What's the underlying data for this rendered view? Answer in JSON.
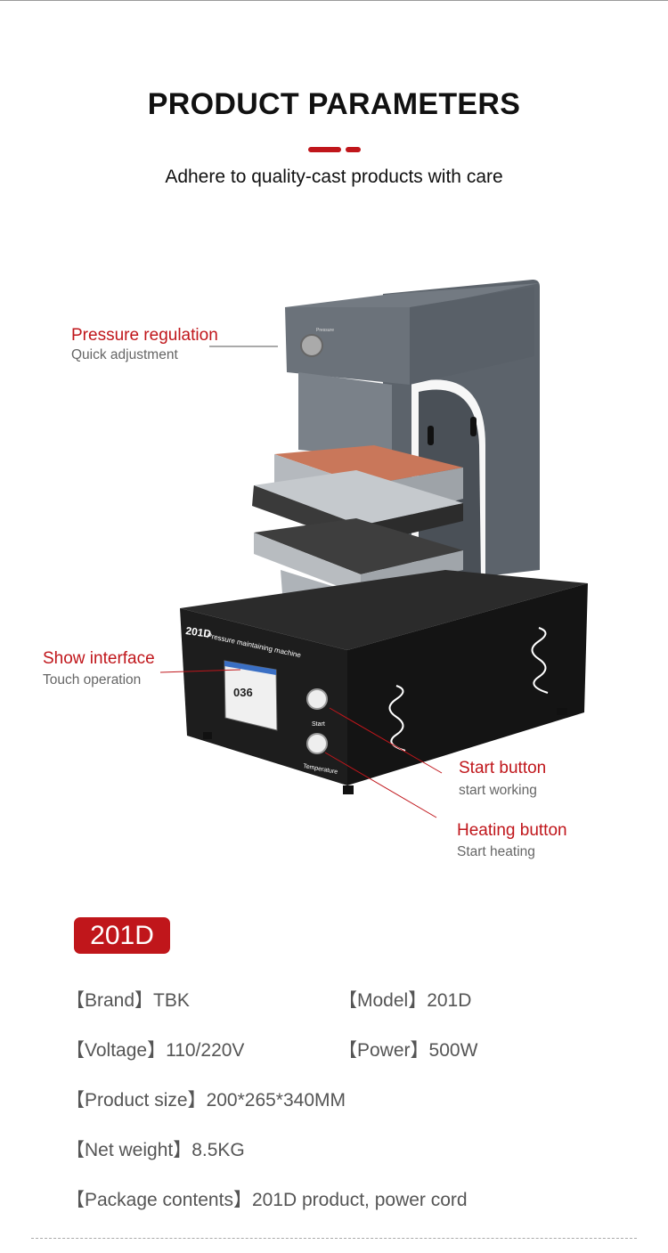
{
  "header": {
    "title": "PRODUCT PARAMETERS",
    "subtitle": "Adhere to quality-cast products with care",
    "accent_color": "#c0161b"
  },
  "product_image": {
    "model_print": "201D",
    "machine_print": "Pressure maintaining machine",
    "knob_print": "Pressure",
    "start_print": "Start",
    "temperature_print": "Temperature"
  },
  "callouts": [
    {
      "title": "Pressure regulation",
      "subtitle": "Quick adjustment"
    },
    {
      "title": "Show interface",
      "subtitle": "Touch operation"
    },
    {
      "title": "Start button",
      "subtitle": "start working"
    },
    {
      "title": "Heating button",
      "subtitle": "Start heating"
    }
  ],
  "model_badge": "201D",
  "specs": [
    {
      "label": "【Brand】",
      "value": "TBK"
    },
    {
      "label": "【Model】",
      "value": "201D"
    },
    {
      "label": "【Voltage】",
      "value": "110/220V"
    },
    {
      "label": "【Power】",
      "value": "500W"
    },
    {
      "label": "【Product size】",
      "value": "200*265*340MM"
    },
    {
      "label": "【Net weight】",
      "value": "8.5KG"
    },
    {
      "label": "【Package contents】",
      "value": "201D product, power cord"
    }
  ]
}
